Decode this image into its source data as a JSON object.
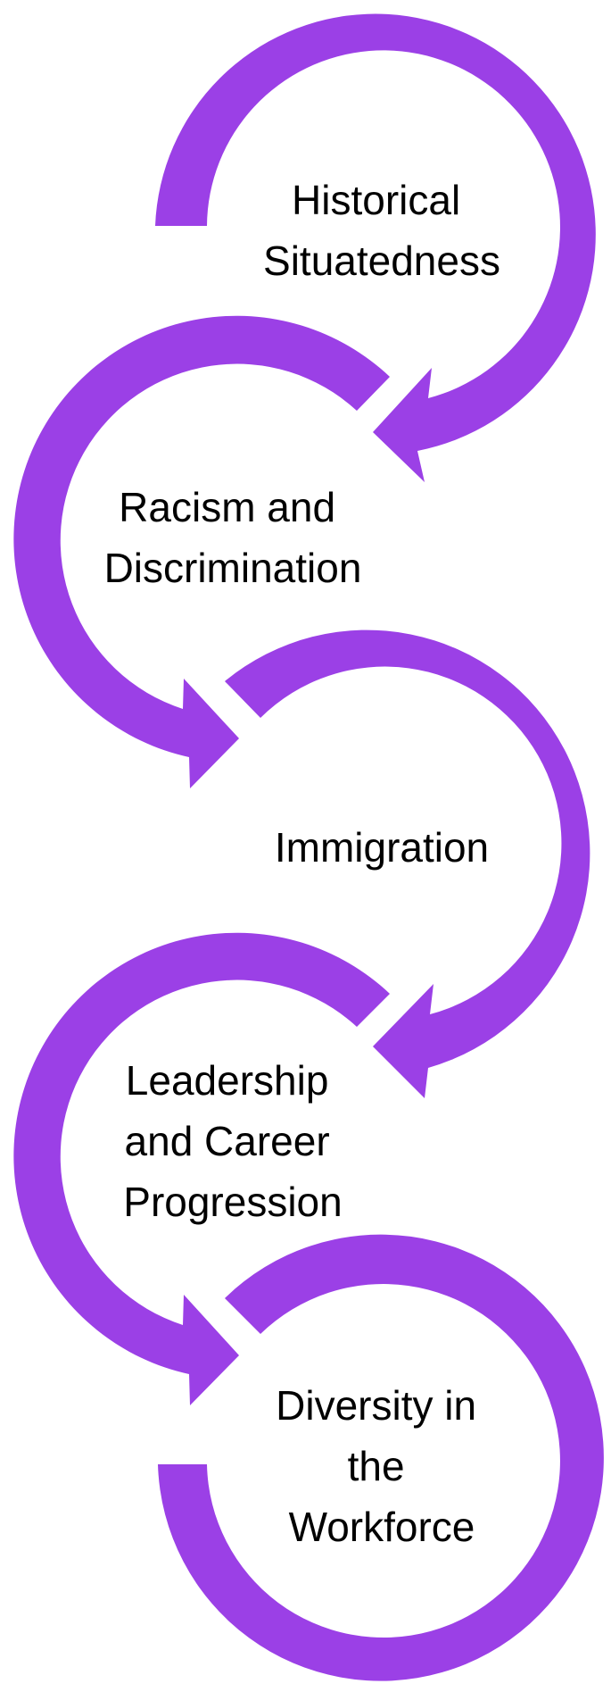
{
  "colors": {
    "arrow": "#9b40e6",
    "text": "#000000",
    "background": "#ffffff"
  },
  "steps": [
    {
      "lines": [
        "Historical",
        "Situatedness"
      ]
    },
    {
      "lines": [
        "Racism and",
        "Discrimination"
      ]
    },
    {
      "lines": [
        "Immigration"
      ]
    },
    {
      "lines": [
        "Leadership",
        "and Career",
        "Progression"
      ]
    },
    {
      "lines": [
        "Diversity in",
        "the",
        "Workforce"
      ]
    }
  ]
}
